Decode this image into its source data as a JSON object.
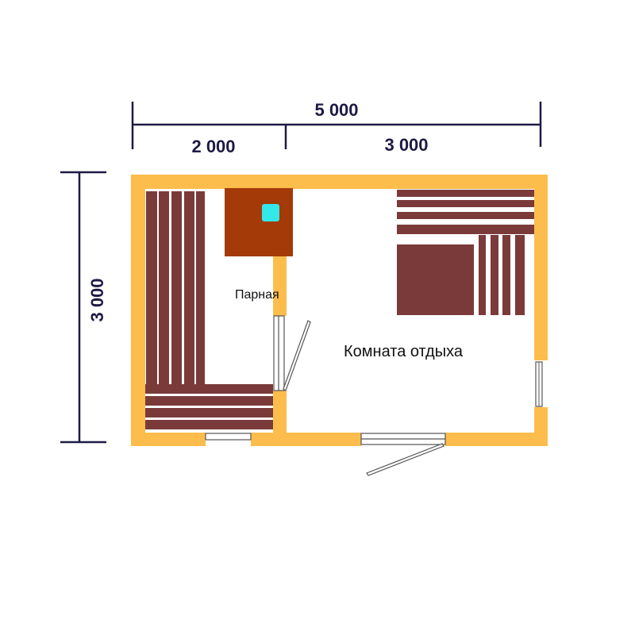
{
  "dimensions": {
    "total_width": "5 000",
    "left_width": "2 000",
    "right_width": "3 000",
    "height": "3 000"
  },
  "rooms": {
    "steam_room": "Парная",
    "rest_room": "Комната отдыха"
  },
  "colors": {
    "wall": "#fcbd4c",
    "bench": "#7b3a3a",
    "stove": "#a33a08",
    "stove_top": "#33e8e8",
    "dimension_line": "#1e1a44",
    "door_window": "#555555"
  }
}
